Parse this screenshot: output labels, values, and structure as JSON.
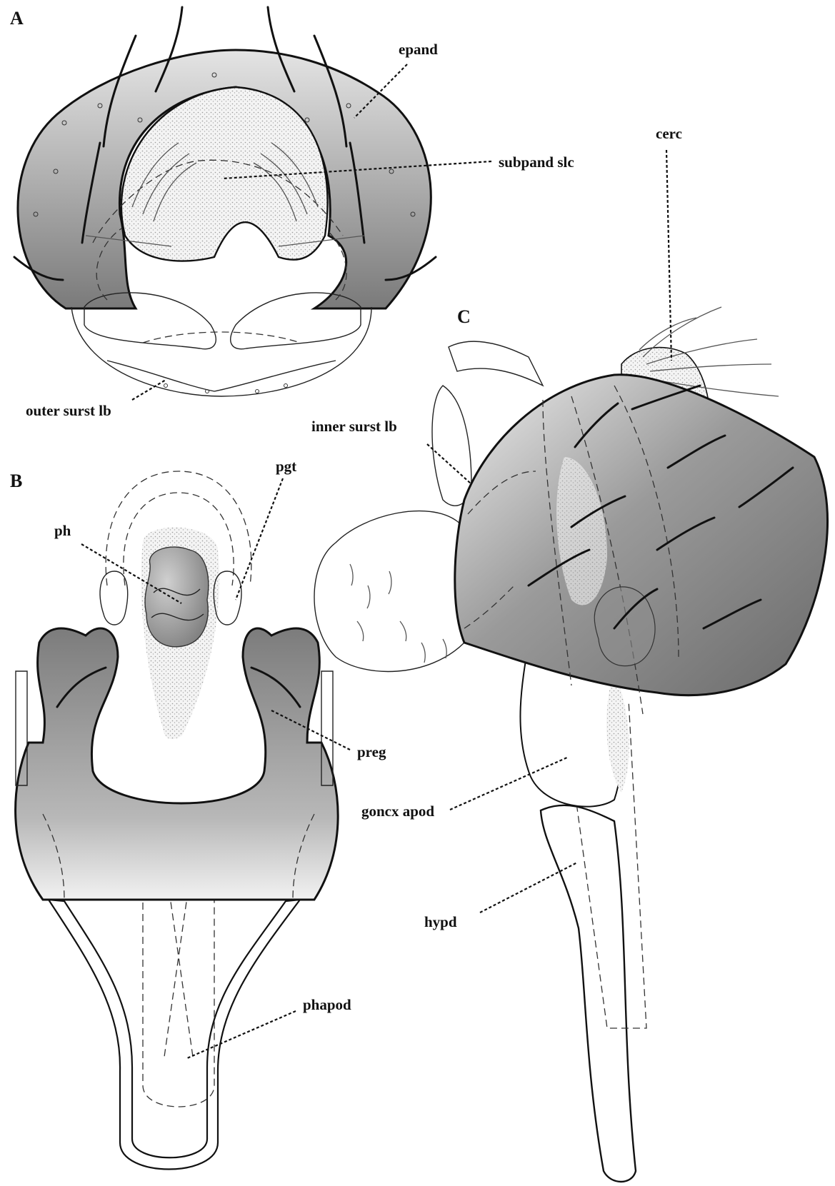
{
  "panels": {
    "a": "A",
    "b": "B",
    "c": "C"
  },
  "labels": {
    "epand": "epand",
    "subpand_slc": "subpand slc",
    "outer_surst_lb": "outer surst lb",
    "cerc": "cerc",
    "inner_surst_lb": "inner surst lb",
    "pgt": "pgt",
    "ph": "ph",
    "preg": "preg",
    "goncx_apod": "goncx apod",
    "hypd": "hypd",
    "phapod": "phapod"
  },
  "colors": {
    "sclerite_dark": "#777777",
    "sclerite_light": "#e6e6e6",
    "stipple": "#d9d9d9",
    "line": "#111111"
  }
}
